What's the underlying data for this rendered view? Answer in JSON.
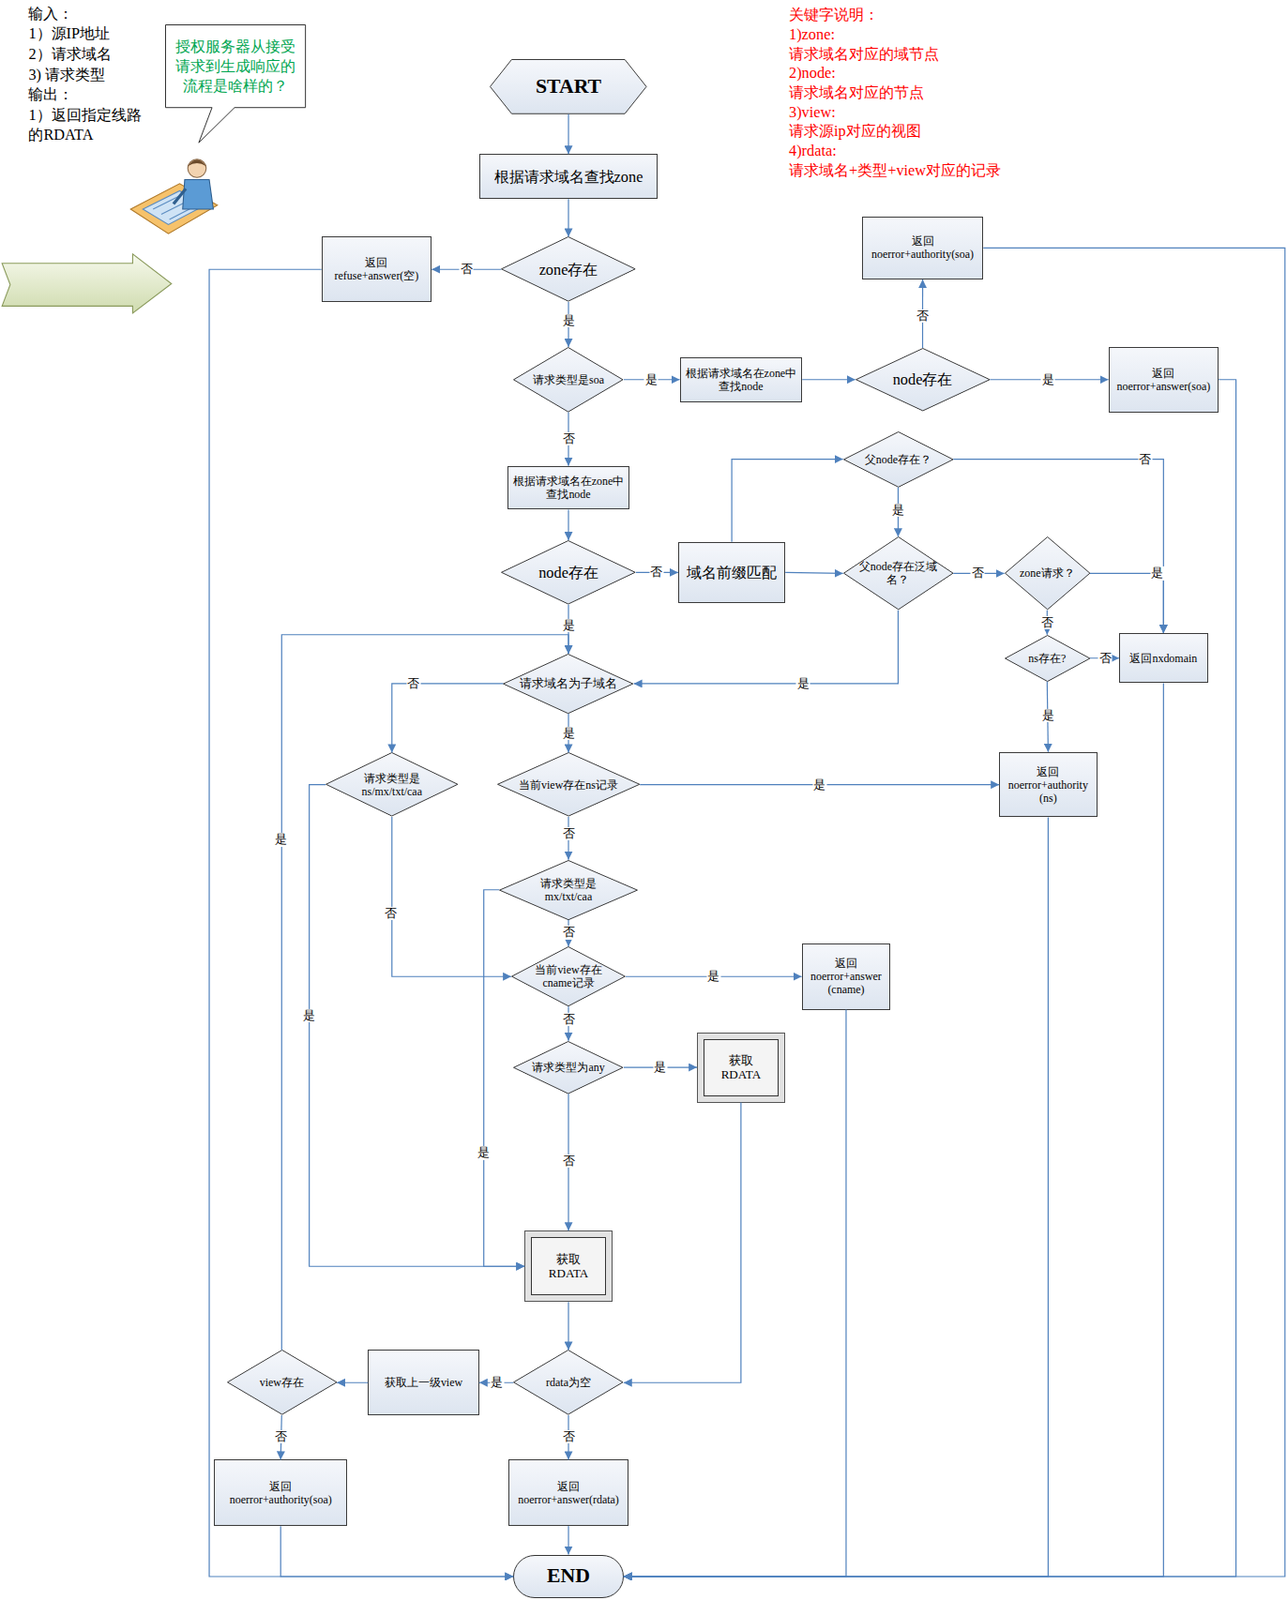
{
  "diagram": {
    "nodes": [
      {
        "text": [
          "授权服务器从接受请求到生成响应的流程是啥样的？"
        ]
      },
      {
        "text": [
          "START"
        ]
      },
      {
        "text": [
          "根据请求域名查找zone"
        ]
      },
      {
        "text": [
          "zone存在"
        ]
      },
      {
        "text": [
          "返回 refuse+answer(空)"
        ]
      },
      {
        "text": [
          "请求类型是soa"
        ]
      },
      {
        "text": [
          "根据请求域名在zone中查找node"
        ]
      },
      {
        "text": [
          "node存在"
        ]
      },
      {
        "text": [
          "返回 noerror+authority(soa)"
        ]
      },
      {
        "text": [
          "返回 noerror+answer(soa)"
        ]
      },
      {
        "text": [
          "根据请求域名在zone中查找node"
        ]
      },
      {
        "text": [
          "父node存在？"
        ]
      },
      {
        "text": [
          "node存在"
        ]
      },
      {
        "text": [
          "域名前缀匹配"
        ]
      },
      {
        "text": [
          "父node存在泛域名？"
        ]
      },
      {
        "text": [
          "zone请求？"
        ]
      },
      {
        "text": [
          "ns存在?"
        ]
      },
      {
        "text": [
          "返回nxdomain"
        ]
      },
      {
        "text": [
          "请求域名为子域名"
        ]
      },
      {
        "text": [
          "请求类型是ns/mx/txt/caa"
        ]
      },
      {
        "text": [
          "当前view存在ns记录"
        ]
      },
      {
        "text": [
          "返回 noerror+authority (ns)"
        ]
      },
      {
        "text": [
          "请求类型是 mx/txt/caa"
        ]
      },
      {
        "text": [
          "当前view存在 cname记录"
        ]
      },
      {
        "text": [
          "返回 noerror+answer (cname)"
        ]
      },
      {
        "text": [
          "请求类型为any"
        ]
      },
      {
        "text": [
          "获取 RDATA"
        ]
      },
      {
        "text": [
          "获取 RDATA"
        ]
      },
      {
        "text": [
          "view存在"
        ]
      },
      {
        "text": [
          "获取上一级view"
        ]
      },
      {
        "text": [
          "rdata为空"
        ]
      },
      {
        "text": [
          "返回 noerror+authority(soa)"
        ]
      },
      {
        "text": [
          "返回 noerror+answer(rdata)"
        ]
      },
      {
        "text": [
          "END"
        ]
      }
    ],
    "edges": [
      {
        "from": 1,
        "to": 2,
        "arrow": "to"
      },
      {
        "from": 2,
        "to": 3,
        "arrow": "to"
      },
      {
        "from": 3,
        "to": 4,
        "label": "否",
        "arrow": "to"
      },
      {
        "from": 3,
        "to": 5,
        "label": "是",
        "arrow": "to"
      },
      {
        "from": 5,
        "to": 6,
        "label": "是",
        "arrow": "to"
      },
      {
        "from": 6,
        "to": 7,
        "arrow": "to"
      },
      {
        "from": 7,
        "to": 8,
        "label": "否",
        "arrow": "to"
      },
      {
        "from": 7,
        "to": 9,
        "label": "是",
        "arrow": "to"
      },
      {
        "from": 5,
        "to": 10,
        "label": "否",
        "arrow": "to"
      },
      {
        "from": 10,
        "to": 12,
        "arrow": "to"
      },
      {
        "from": 12,
        "to": 13,
        "label": "否",
        "arrow": "to"
      },
      {
        "from": 12,
        "to": 18,
        "label": "是",
        "arrow": "to"
      },
      {
        "from": 13,
        "to": 11,
        "arrow": "to"
      },
      {
        "from": 13,
        "to": 14,
        "arrow": "to"
      },
      {
        "from": 11,
        "to": 14,
        "label": "是",
        "arrow": "to"
      },
      {
        "from": 11,
        "to": 17,
        "label": "否",
        "arrow": "to"
      },
      {
        "from": 14,
        "to": 15,
        "label": "否",
        "arrow": "to"
      },
      {
        "from": 14,
        "to": 18,
        "label": "是",
        "arrow": "to"
      },
      {
        "from": 15,
        "to": 17,
        "label": "是",
        "arrow": "to"
      },
      {
        "from": 15,
        "to": 16,
        "label": "否",
        "arrow": "to"
      },
      {
        "from": 16,
        "to": 17,
        "label": "否",
        "arrow": "to"
      },
      {
        "from": 16,
        "to": 21,
        "label": "是",
        "arrow": "to"
      },
      {
        "from": 18,
        "to": 19,
        "label": "否",
        "arrow": "to"
      },
      {
        "from": 18,
        "to": 20,
        "label": "是",
        "arrow": "to"
      },
      {
        "from": 20,
        "to": 21,
        "label": "是",
        "arrow": "to"
      },
      {
        "from": 20,
        "to": 22,
        "label": "否",
        "arrow": "to"
      },
      {
        "from": 19,
        "to": 23,
        "label": "否",
        "arrow": "to"
      },
      {
        "from": 19,
        "to": 27,
        "label": "是",
        "arrow": "to"
      },
      {
        "from": 22,
        "to": 23,
        "label": "否",
        "arrow": "to"
      },
      {
        "from": 22,
        "to": 27,
        "label": "是",
        "arrow": "to"
      },
      {
        "from": 23,
        "to": 24,
        "label": "是",
        "arrow": "to"
      },
      {
        "from": 23,
        "to": 25,
        "label": "否",
        "arrow": "to"
      },
      {
        "from": 25,
        "to": 26,
        "label": "是",
        "arrow": "to"
      },
      {
        "from": 25,
        "to": 27,
        "label": "否",
        "arrow": "to"
      },
      {
        "from": 26,
        "to": 30,
        "arrow": "to"
      },
      {
        "from": 27,
        "to": 30,
        "arrow": "to"
      },
      {
        "from": 30,
        "to": 29,
        "label": "是",
        "arrow": "to"
      },
      {
        "from": 30,
        "to": 32,
        "label": "否",
        "arrow": "to"
      },
      {
        "from": 29,
        "to": 28,
        "arrow": "to"
      },
      {
        "from": 28,
        "to": 31,
        "label": "否",
        "arrow": "to"
      },
      {
        "from": 28,
        "to": 18,
        "label": "是",
        "arrow": "to"
      },
      {
        "from": 4,
        "to": 33,
        "arrow": "to"
      },
      {
        "from": 8,
        "to": 33,
        "arrow": "to"
      },
      {
        "from": 9,
        "to": 33,
        "arrow": "to"
      },
      {
        "from": 17,
        "to": 33,
        "arrow": "to"
      },
      {
        "from": 21,
        "to": 33,
        "arrow": "to"
      },
      {
        "from": 24,
        "to": 33,
        "arrow": "to"
      },
      {
        "from": 31,
        "to": 33,
        "arrow": "to"
      },
      {
        "from": 32,
        "to": 33,
        "arrow": "to"
      }
    ],
    "labels": [
      "输入：",
      "1）源IP地址",
      "2）请求域名",
      "3) 请求类型",
      "输出：",
      "1）返回指定线路的RDATA",
      "关键字说明：",
      "1)zone:",
      "请求域名对应的域节点",
      "2)node:",
      "请求域名对应的节点",
      "3)view:",
      "请求源ip对应的视图",
      "4)rdata:",
      "请求域名+类型+view对应的记录"
    ]
  }
}
